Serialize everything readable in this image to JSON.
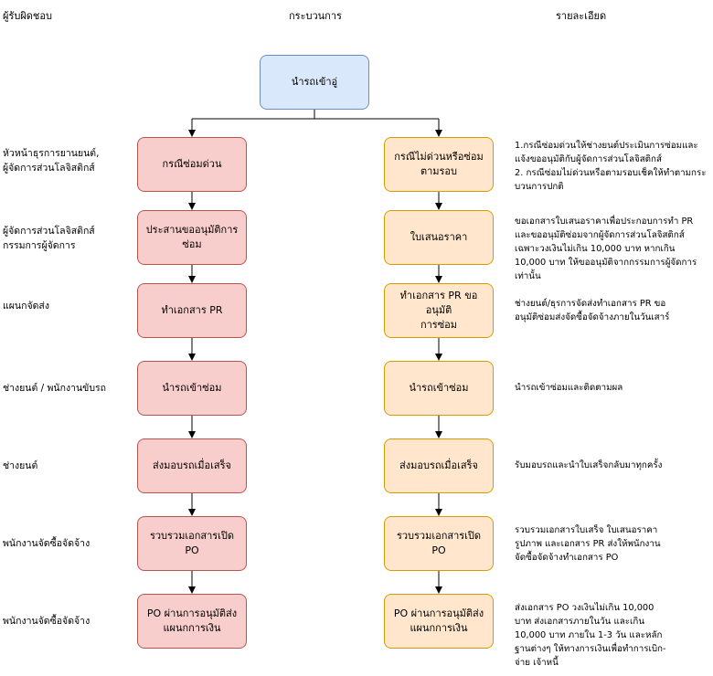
{
  "headers": {
    "responsible": "ผู้รับผิดชอบ",
    "process": "กระบวนการ",
    "details": "รายละเอียด"
  },
  "start": {
    "label": "นำรถเข้าอู่"
  },
  "responsibles": [
    "หัวหน้าธุรการยานยนต์,\nผู้จัดการส่วนโลจิสติกส์",
    "ผู้จัดการส่วนโลจิสติกส์\nกรรมการผู้จัดการ",
    "แผนกจัดส่ง",
    "ช่างยนต์ / พนักงานขับรถ",
    "ช่างยนต์",
    "พนักงานจัดซื้อจัดจ้าง",
    "พนักงานจัดซื้อจัดจ้าง"
  ],
  "urgent_steps": [
    "กรณีซ่อมด่วน",
    "ประสานขออนุมัติการ\nซ่อม",
    "ทำเอกสาร PR",
    "นำรถเข้าซ่อม",
    "ส่งมอบรถเมื่อเสร็จ",
    "รวบรวมเอกสารเปิด PO",
    "PO ผ่านการอนุมัติส่ง\nแผนกการเงิน"
  ],
  "normal_steps": [
    "กรณีไม่ด่วนหรือซ่อม\nตามรอบ",
    "ใบเสนอราคา",
    "ทำเอกสาร PR ขออนุมัติ\nการซ่อม",
    "นำรถเข้าซ่อม",
    "ส่งมอบรถเมื่อเสร็จ",
    "รวบรวมเอกสารเปิด PO",
    "PO ผ่านการอนุมัติส่ง\nแผนกการเงิน"
  ],
  "details": [
    "1.กรณีซ่อมด่วนให้ช่างยนต์ประเมินการซ่อมและ\nแจ้งขออนุมัติกับผู้จัดการส่วนโลจิสติกส์\n2. กรณีซ่อมไม่ด่วนหรือตามรอบเช็คให้ทำตามกระ\nบวนการปกติ",
    "ขอเอกสารใบเสนอราคาเพื่อประกอบการทำ PR\nและขออนุมัติซ่อมจากผู้จัดการส่วนโลจิสติกส์\nเฉพาะวงเงินไม่เกิน 10,000 บาท หากเกิน\n10,000 บาท ให้ขออนุมัติจากกรรมการผู้จัดการ\nเท่านั้น",
    "ช่างยนต์/ธุรการจัดส่งทำเอกสาร PR ขอ\nอนุมัติซ่อมส่งจัดซื้อจัดจ้างภายในวันเสาร์",
    "นำรถเข้าซ่อมและติดตามผล",
    "รับมอบรถและนำใบเสร็จกลับมาทุกครั้ง",
    "รวบรวมเอกสารใบเสร็จ ใบเสนอราคา\nรูปภาพ และเอกสาร PR ส่งให้พนักงาน\nจัดซื้อจัดจ้างทำเอกสาร PO",
    "ส่งเอกสาร PO วงเงินไม่เกิน 10,000\nบาท ส่งเอกสารภายในวัน และเกิน\n10,000 บาท ภายใน 1-3 วัน และหลัก\nฐานต่างๆ ให้ทางการเงินเพื่อทำการเบิก-\nจ่าย เจ้าหนี้"
  ]
}
